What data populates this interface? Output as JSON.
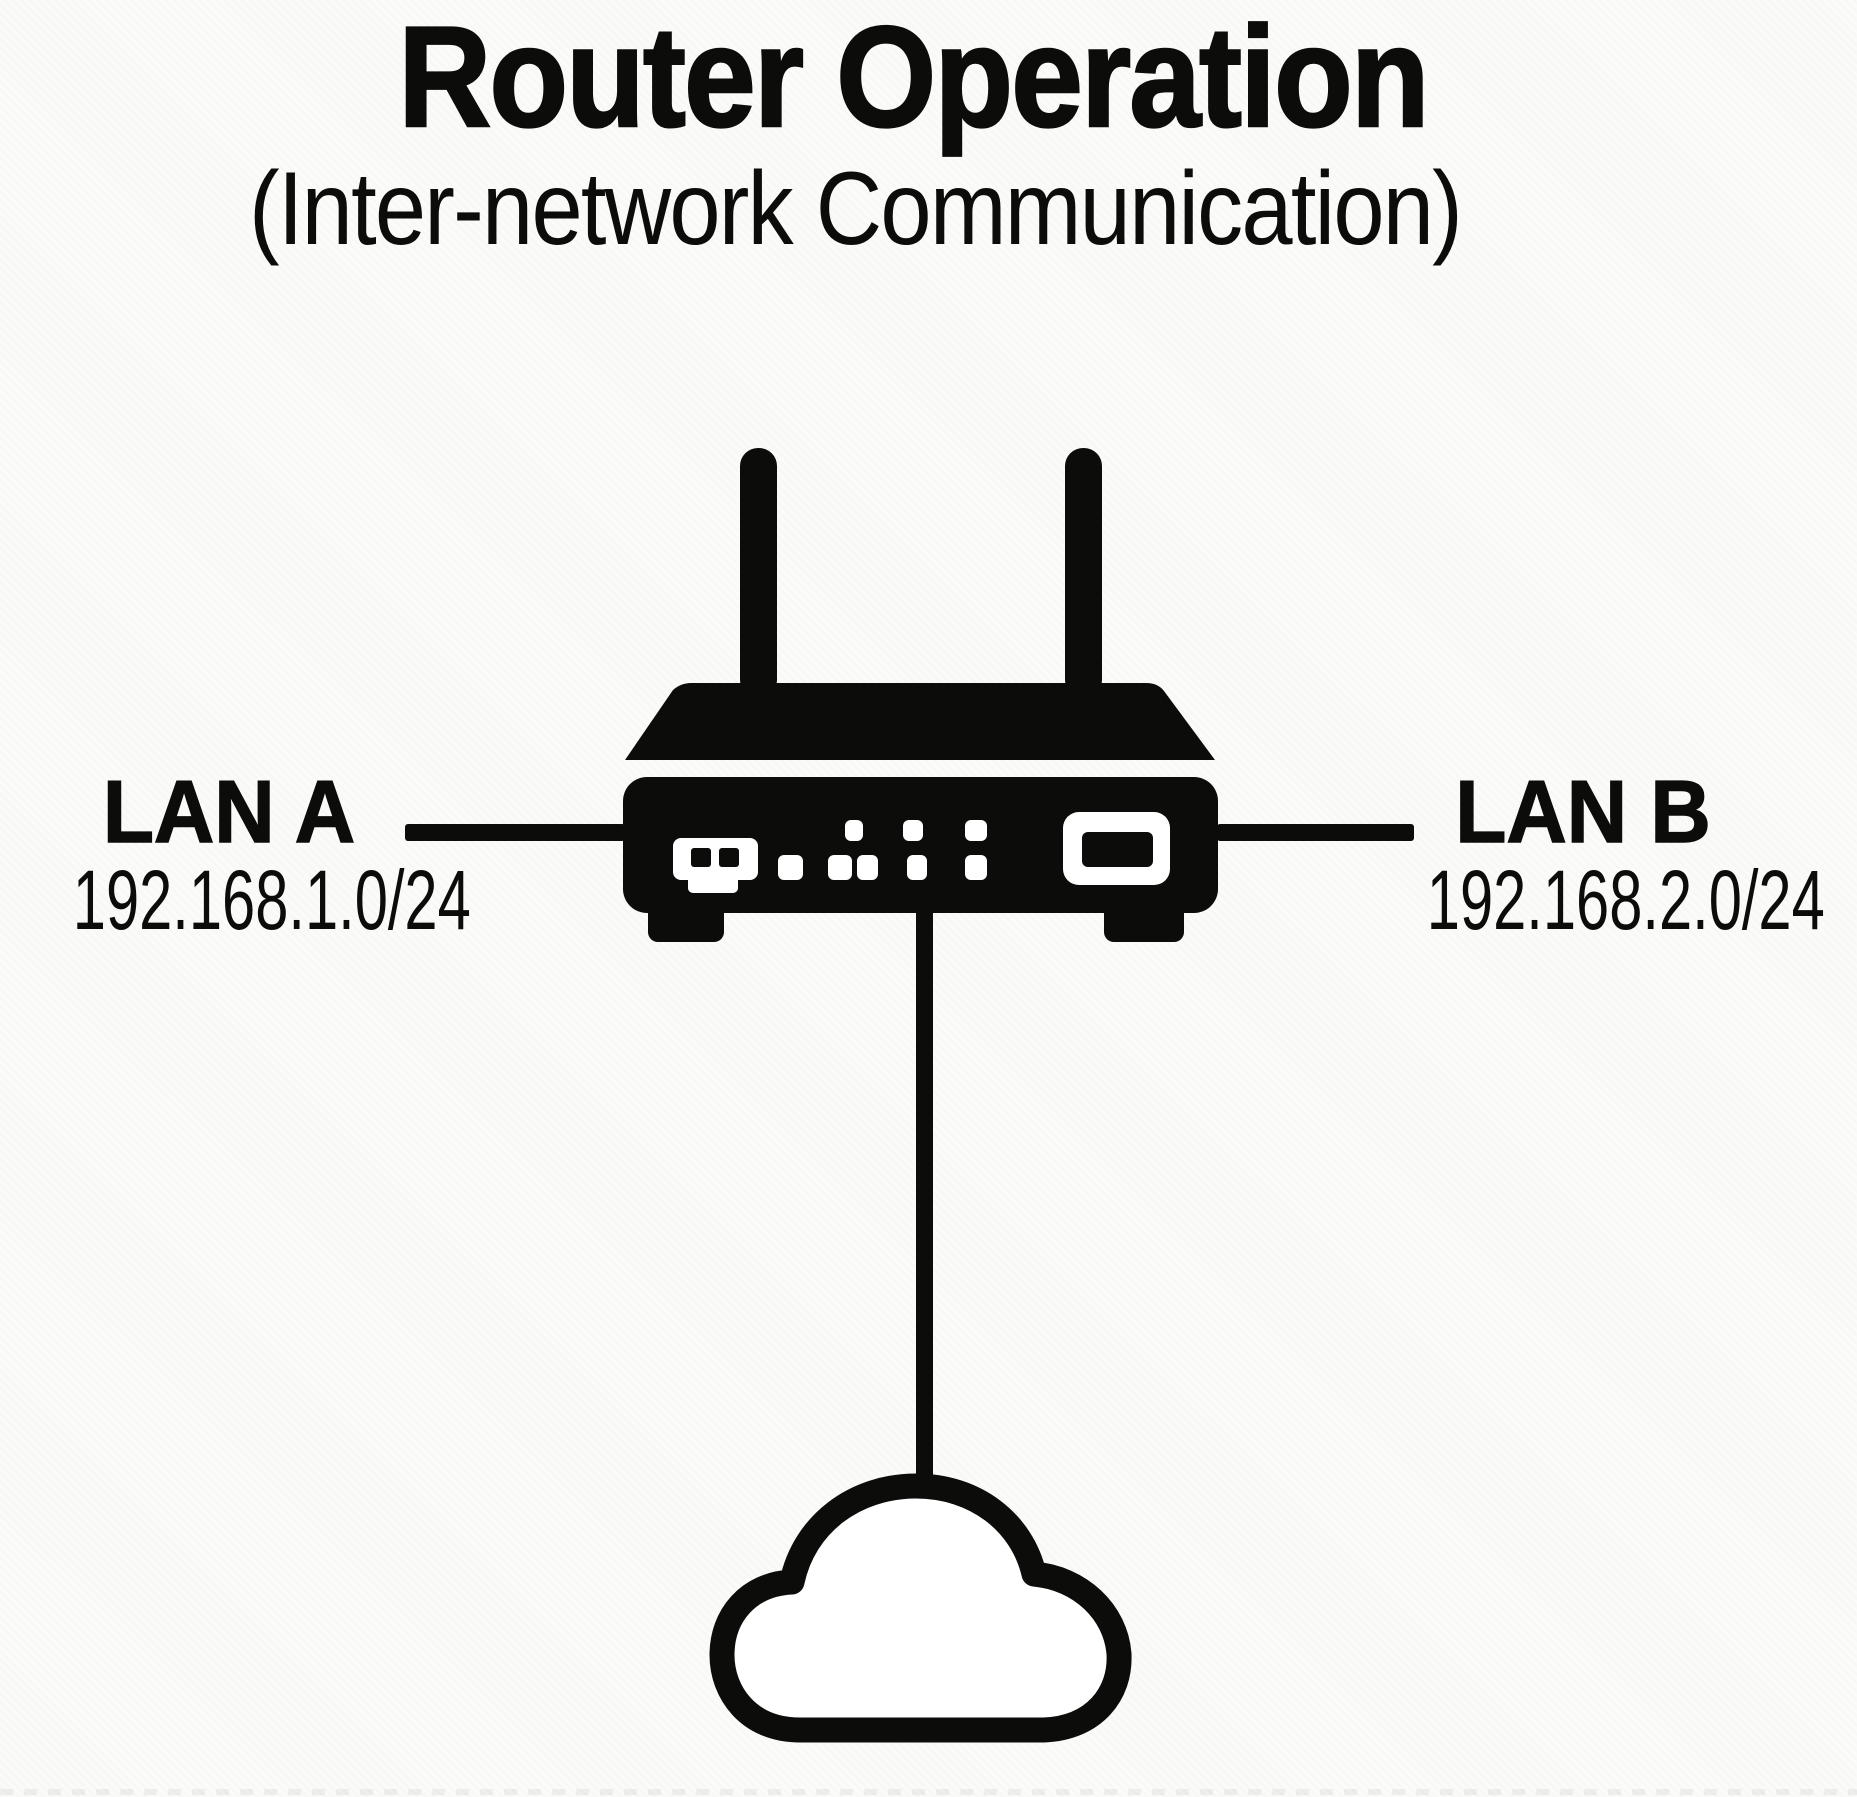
{
  "header": {
    "title": "Router Operation",
    "subtitle": "(Inter-network Communication)"
  },
  "lan_a": {
    "label": "LAN A",
    "subnet": "192.168.1.0/24"
  },
  "lan_b": {
    "label": "LAN B",
    "subnet": "192.168.2.0/24"
  },
  "icons": {
    "router": "wireless-router-icon",
    "cloud": "internet-cloud-icon"
  },
  "colors": {
    "ink": "#0c0c0a",
    "background": "#fbfbf9"
  }
}
